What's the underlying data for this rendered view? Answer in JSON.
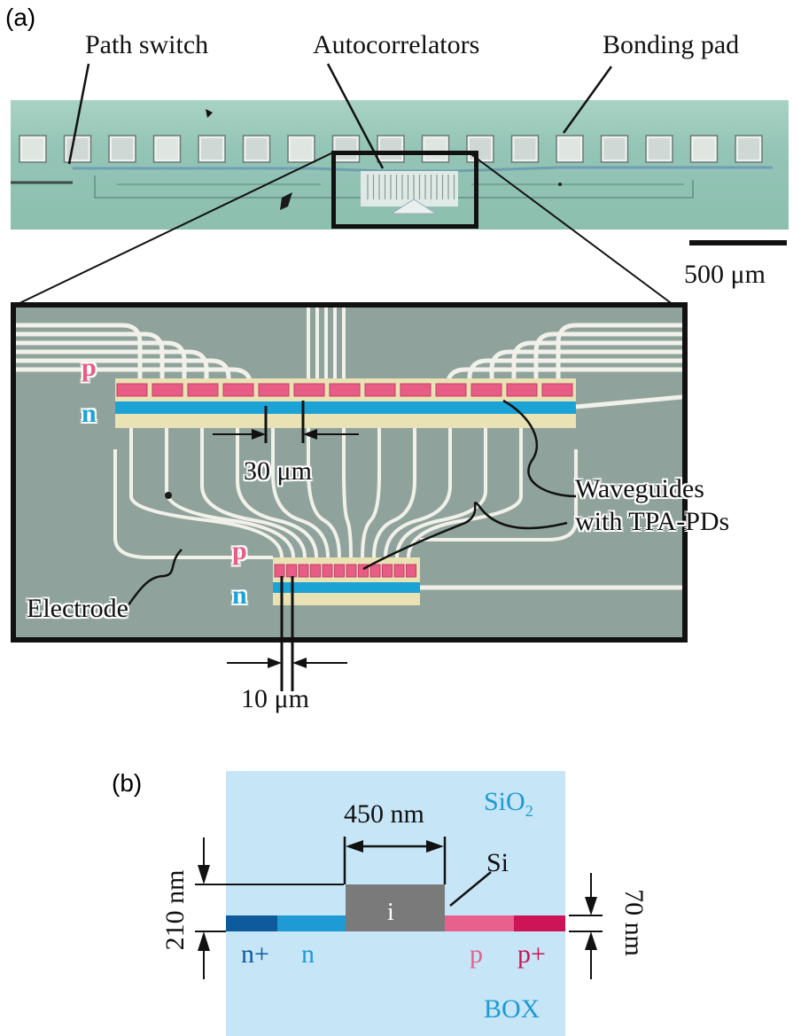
{
  "panel_a": {
    "label": "(a)",
    "callouts": {
      "path_switch": "Path switch",
      "autocorrelators": "Autocorrelators",
      "bonding_pad": "Bonding pad",
      "scale": "500 μm",
      "waveguides_line1": "Waveguides",
      "waveguides_line2": "with TPA-PDs",
      "electrode": "Electrode",
      "pitch_30": "30 μm",
      "pitch_10": "10 μm",
      "p_upper": "p",
      "n_upper": "n",
      "p_lower": "p",
      "n_lower": "n"
    }
  },
  "panel_b": {
    "label": "(b)",
    "width_label": "450 nm",
    "sio2_label": "SiO",
    "sio2_sub": "2",
    "si_label": "Si",
    "i_label": "i",
    "height_label": "210 nm",
    "slab_label": "70 nm",
    "n_plus": "n+",
    "n": "n",
    "p": "p",
    "p_plus": "p+",
    "box_label": "BOX"
  },
  "colors": {
    "chip_bg": "#96c7b8",
    "zoom_bg": "#8fa39c",
    "p_doping": "#e85d86",
    "n_doping": "#1ba3d6",
    "electrode_metal": "#f1f1ea",
    "sio2_fill": "#c6e6f7",
    "si_core": "#7a7a7a",
    "n_plus": "#0d5b9c",
    "n_region": "#1e9ad4",
    "p_region": "#e8608c",
    "p_plus": "#cc1456"
  }
}
